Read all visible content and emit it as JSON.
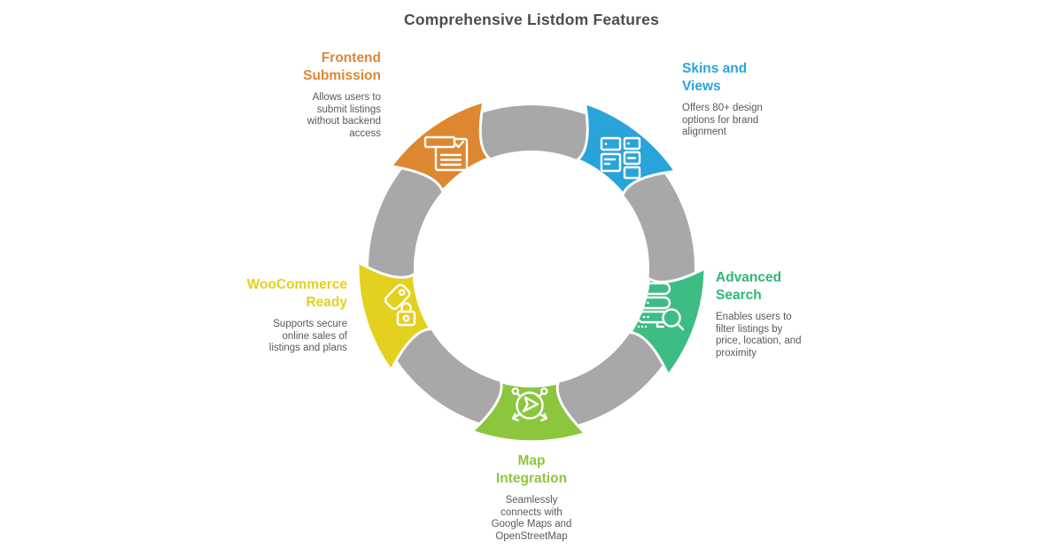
{
  "title": "Comprehensive Listdom Features",
  "colors": {
    "ring_gray": "#A8A8A8",
    "orange": "#DE8731",
    "blue": "#29A4DA",
    "green": "#3DBC84",
    "green_text": "#2EB873",
    "lime": "#8CC63F",
    "yellow": "#E4D01F",
    "body_text": "#58595B",
    "title_text": "#4D4D4F"
  },
  "features": [
    {
      "id": "frontend-submission",
      "title_lines": [
        "Frontend",
        "Submission"
      ],
      "desc_lines": [
        "Allows users to",
        "submit listings",
        "without backend",
        "access"
      ],
      "color": "#DE8731",
      "icon": "form-submission-icon"
    },
    {
      "id": "skins-views",
      "title_lines": [
        "Skins and",
        "Views"
      ],
      "desc_lines": [
        "Offers 80+ design",
        "options for brand",
        "alignment"
      ],
      "color": "#29A4DA",
      "icon": "layout-grid-icon"
    },
    {
      "id": "advanced-search",
      "title_lines": [
        "Advanced",
        "Search"
      ],
      "desc_lines": [
        "Enables users to",
        "filter listings by",
        "price, location, and",
        "proximity"
      ],
      "color": "#3DBC84",
      "icon": "database-search-icon"
    },
    {
      "id": "map-integration",
      "title_lines": [
        "Map",
        "Integration"
      ],
      "desc_lines": [
        "Seamlessly",
        "connects with",
        "Google Maps and",
        "OpenStreetMap"
      ],
      "color": "#8CC63F",
      "icon": "navigation-share-icon"
    },
    {
      "id": "woocommerce-ready",
      "title_lines": [
        "WooCommerce",
        "Ready"
      ],
      "desc_lines": [
        "Supports secure",
        "online sales of",
        "listings and plans"
      ],
      "color": "#E4D01F",
      "icon": "tag-lock-icon"
    }
  ]
}
